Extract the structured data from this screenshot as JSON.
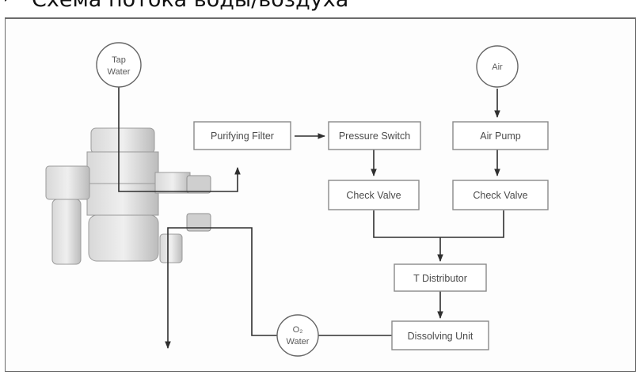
{
  "header": {
    "title": "Схема потока воды/воздуха"
  },
  "diagram": {
    "nodes": {
      "tap_water": [
        "Tap",
        "Water"
      ],
      "air": "Air",
      "purifying_filter": "Purifying Filter",
      "pressure_switch": "Pressure Switch",
      "air_pump": "Air Pump",
      "check_valve_left": "Check Valve",
      "check_valve_right": "Check Valve",
      "t_distributor": "T Distributor",
      "dissolving_unit": "Dissolving Unit",
      "o2_water": [
        "O₂",
        "Water"
      ]
    },
    "colors": {
      "line": "#2f2f2f",
      "box_border": "#8a8a8a",
      "device": "#b5b5b5"
    }
  }
}
